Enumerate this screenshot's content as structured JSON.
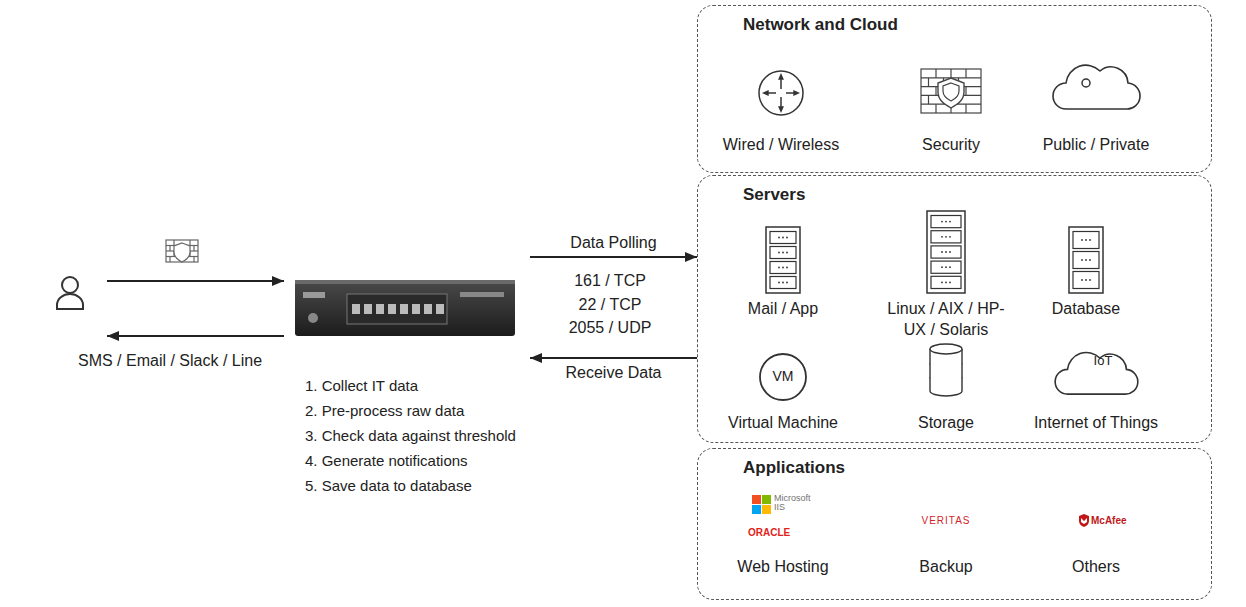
{
  "diagram": {
    "nodes": [
      {
        "text": [
          "1. Collect IT data",
          "2. Pre-process raw data",
          "3. Check data against threshold",
          "4. Generate notifications",
          "5. Save data to database"
        ]
      },
      {
        "text": [
          "Network and Cloud"
        ]
      },
      {
        "text": [
          "Wired / Wireless"
        ],
        "in": 1
      },
      {
        "text": [
          "Security"
        ],
        "in": 1
      },
      {
        "text": [
          "Public / Private"
        ],
        "in": 1
      },
      {
        "text": [
          "Servers"
        ]
      },
      {
        "text": [
          "Mail / App"
        ],
        "in": 5
      },
      {
        "text": [
          "Linux / AIX / HP-UX / Solaris"
        ],
        "in": 5
      },
      {
        "text": [
          "Database"
        ],
        "in": 5
      },
      {
        "text": [
          "VM",
          "Virtual Machine"
        ],
        "in": 5
      },
      {
        "text": [
          "Storage"
        ],
        "in": 5
      },
      {
        "text": [
          "IoT",
          "Internet of Things"
        ],
        "in": 5
      },
      {
        "text": [
          "Applications"
        ]
      },
      {
        "text": [
          "Microsoft IIS",
          "ORACLE",
          "Web Hosting"
        ],
        "in": 12
      },
      {
        "text": [
          "VERITAS",
          "Backup"
        ],
        "in": 12
      },
      {
        "text": [
          "McAfee",
          "Others"
        ],
        "in": 12
      }
    ],
    "edges": [
      {
        "from": 0,
        "to": 5,
        "label": "Data Polling",
        "arrow": "to"
      },
      {
        "from": 5,
        "to": 0,
        "label": "Receive Data",
        "arrow": "to"
      }
    ],
    "labels": [
      "161 / TCP",
      "22 / TCP",
      "2055 / UDP",
      "SMS / Email / Slack / Line"
    ]
  }
}
